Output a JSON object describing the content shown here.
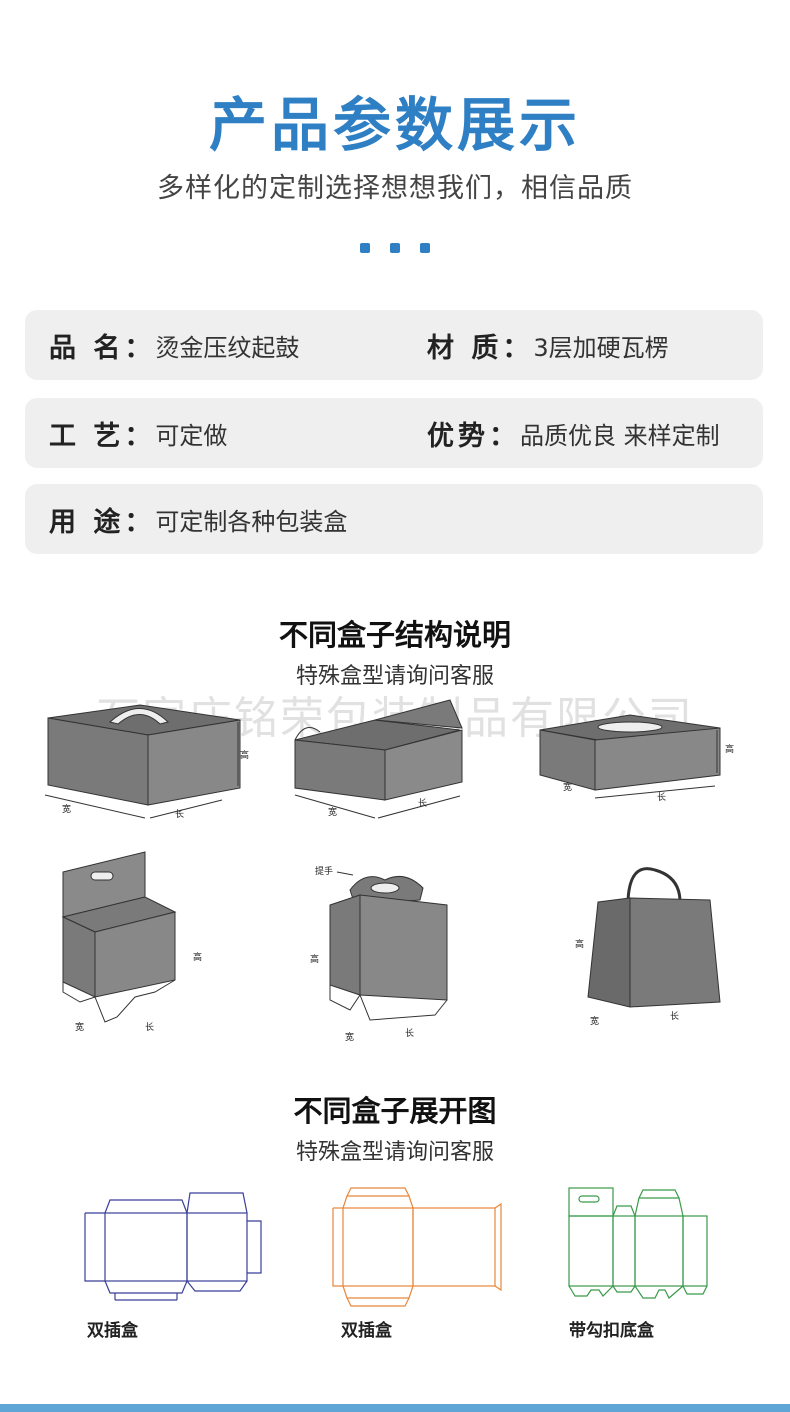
{
  "header": {
    "title": "产品参数展示",
    "subtitle": "多样化的定制选择想想我们，相信品质"
  },
  "params": [
    {
      "key": "品 名：",
      "value": "烫金压纹起鼓"
    },
    {
      "key": "材 质：",
      "value": "3层加硬瓦楞"
    },
    {
      "key": "工 艺：",
      "value": "可定做"
    },
    {
      "key": "优势：",
      "value": "品质优良 来样定制"
    },
    {
      "key": "用 途：",
      "value": "可定制各种包装盒"
    }
  ],
  "structure": {
    "title": "不同盒子结构说明",
    "subtitle": "特殊盒型请询问客服",
    "watermark": "石家庄铭荣包装制品有限公司",
    "labels": {
      "height": "高",
      "width": "宽",
      "length": "长",
      "handle": "提手"
    }
  },
  "unfold": {
    "title": "不同盒子展开图",
    "subtitle": "特殊盒型请询问客服",
    "captions": [
      "双插盒",
      "双插盒",
      "带勾扣底盒"
    ]
  },
  "colors": {
    "accent": "#2e7fc4",
    "blue_line": "#3a3f9a",
    "orange_line": "#e8873a",
    "green_line": "#3a9a4a",
    "box_fill": "#7a7a7a"
  }
}
